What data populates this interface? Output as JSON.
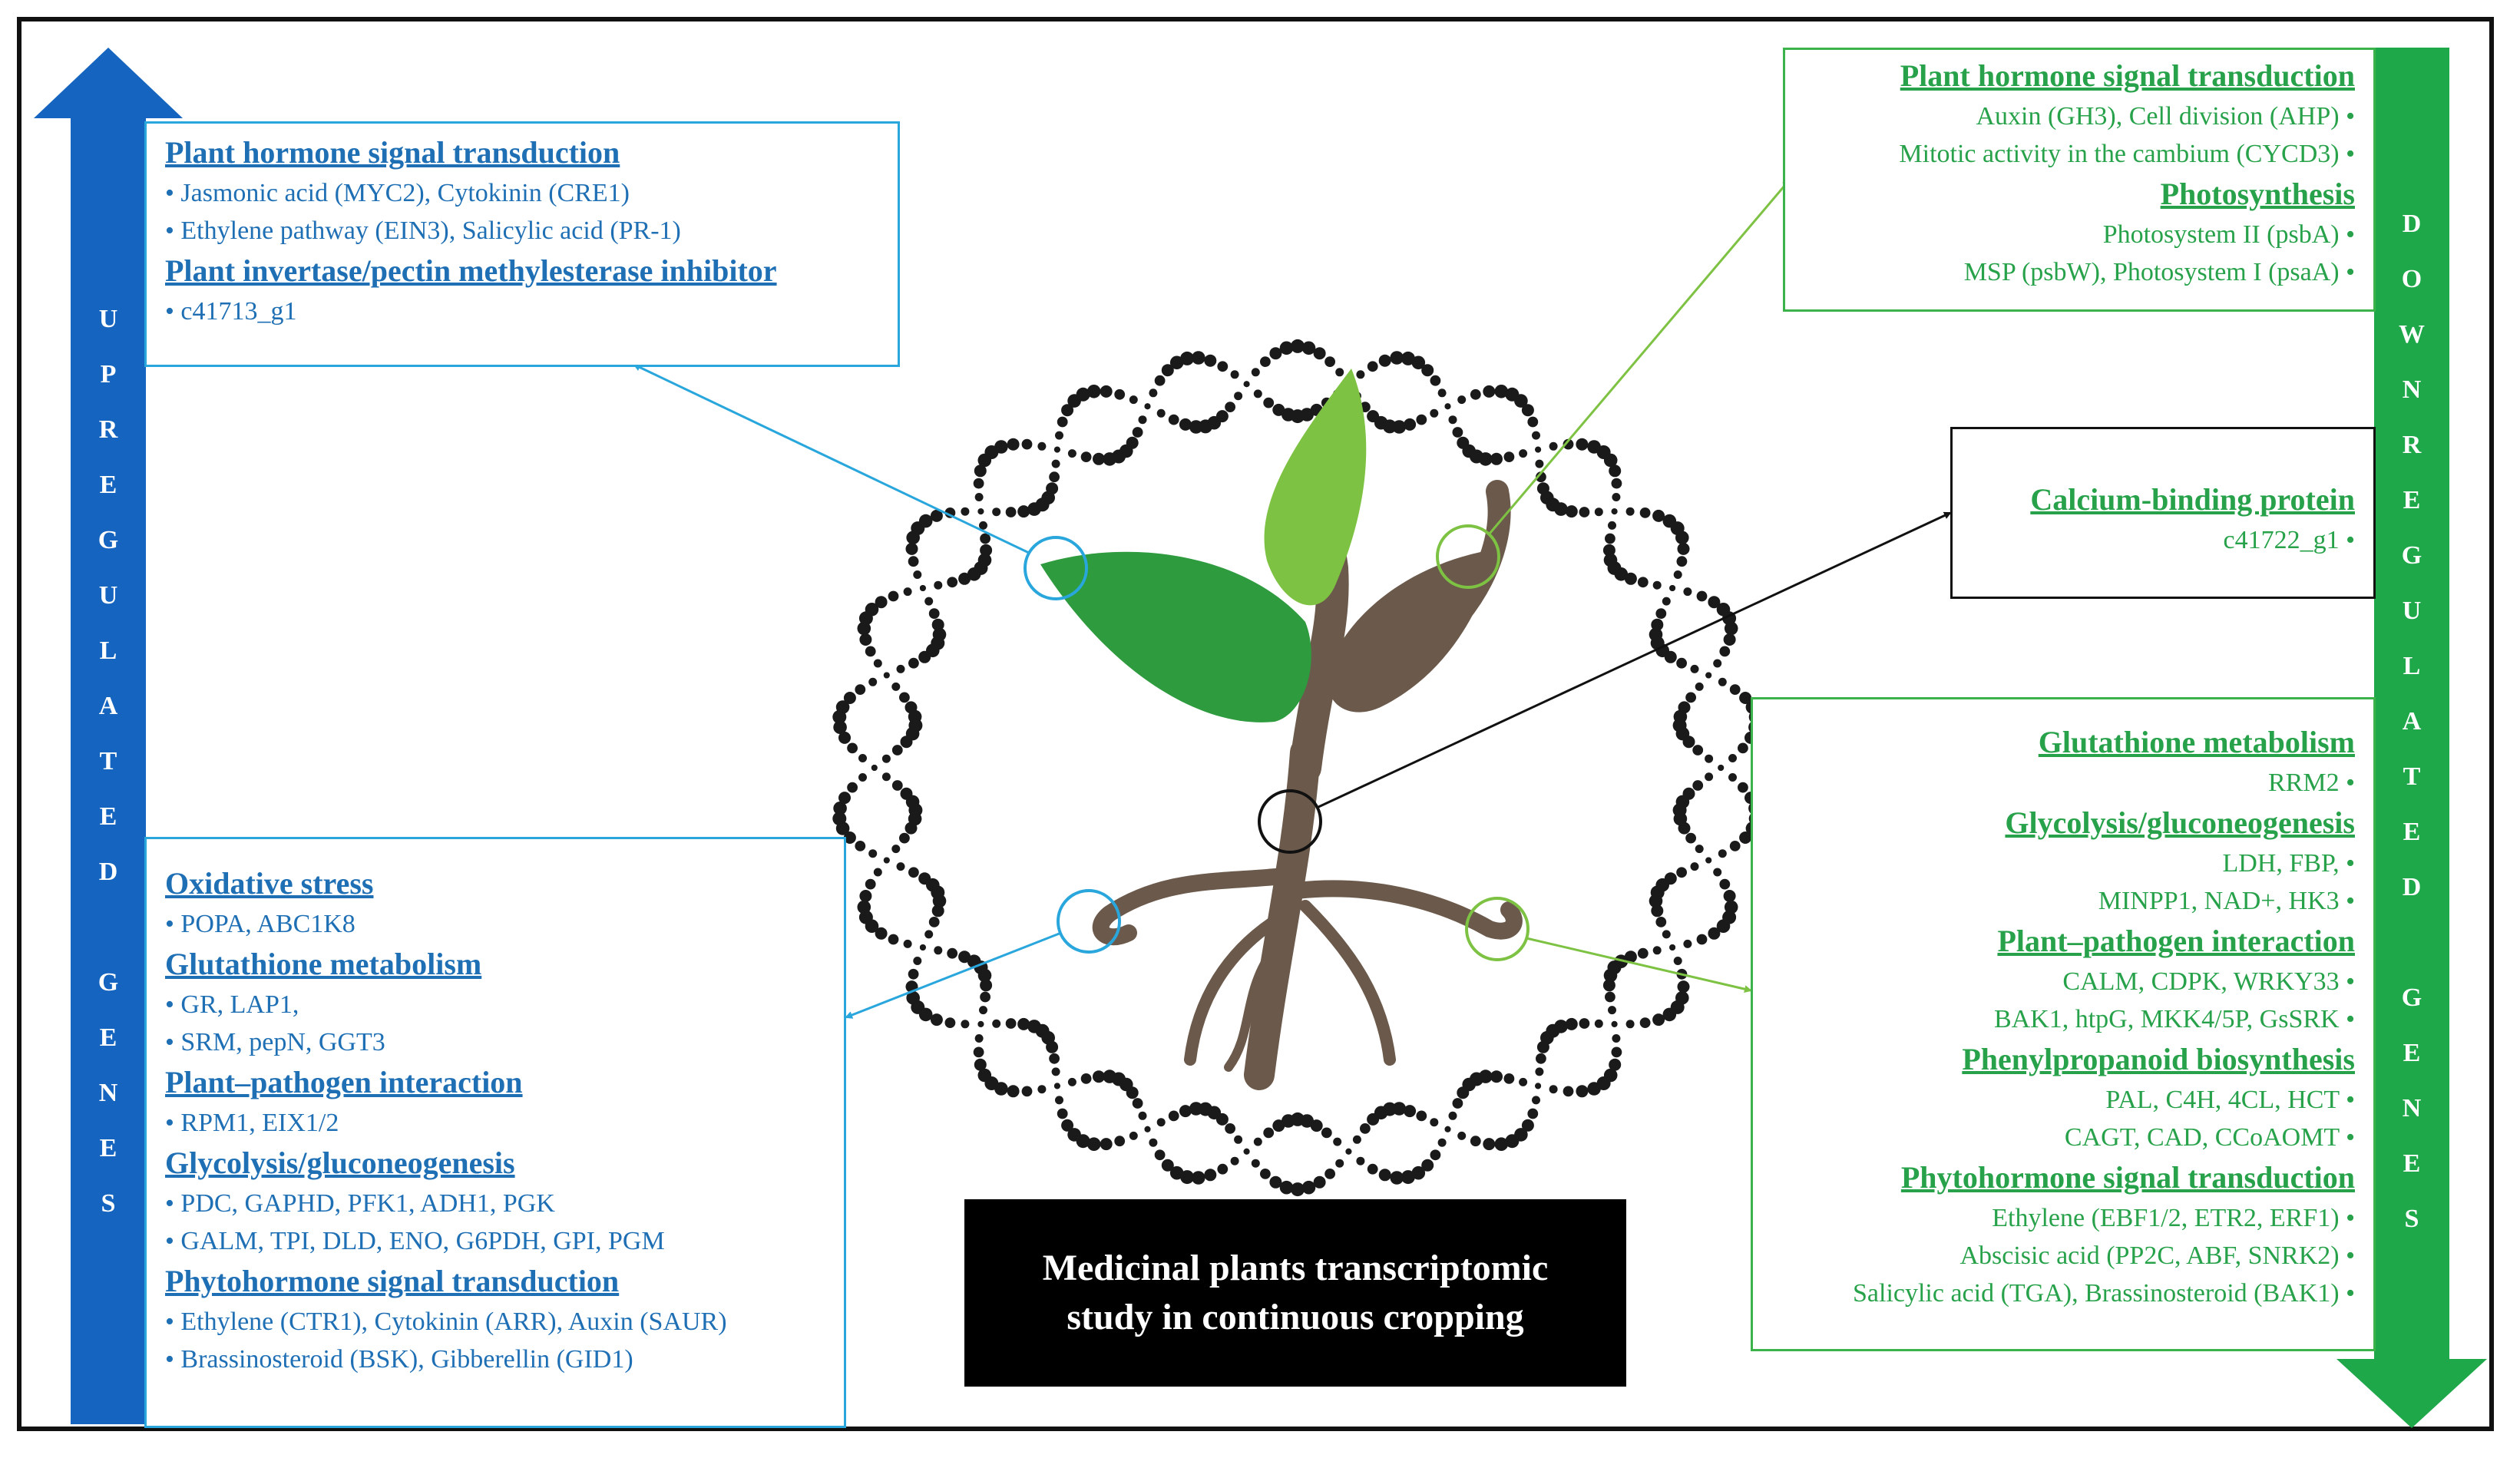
{
  "colors": {
    "up_blue": "#1565c0",
    "up_text": "#1f6fb5",
    "down_green": "#1ea84a",
    "down_text": "#27a24a",
    "leaf_dark": "#2e9b3e",
    "leaf_light": "#7dc242",
    "stem_brown": "#6b5a4b"
  },
  "left_arrow": {
    "letters": [
      "U",
      "P",
      "R",
      "E",
      "G",
      "U",
      "L",
      "A",
      "T",
      "E",
      "D",
      "",
      "G",
      "E",
      "N",
      "E",
      "S"
    ]
  },
  "right_arrow": {
    "letters": [
      "D",
      "O",
      "W",
      "N",
      "R",
      "E",
      "G",
      "U",
      "L",
      "A",
      "T",
      "E",
      "D",
      "",
      "G",
      "E",
      "N",
      "E",
      "S"
    ]
  },
  "up_top_box": {
    "h1": "Plant hormone signal transduction",
    "h1_items": [
      "Jasmonic acid (MYC2), Cytokinin (CRE1)",
      "Ethylene pathway (EIN3), Salicylic acid (PR-1)"
    ],
    "h2": "Plant invertase/pectin methylesterase inhibitor",
    "h2_items": [
      "c41713_g1"
    ]
  },
  "up_bottom_box": {
    "h1": "Oxidative stress",
    "h1_items": [
      "POPA, ABC1K8"
    ],
    "h2": "Glutathione metabolism",
    "h2_items": [
      "GR, LAP1,",
      "SRM, pepN, GGT3"
    ],
    "h3": "Plant–pathogen interaction",
    "h3_items": [
      "RPM1, EIX1/2"
    ],
    "h4": "Glycolysis/gluconeogenesis",
    "h4_items": [
      "PDC, GAPHD, PFK1, ADH1, PGK",
      "GALM, TPI, DLD, ENO, G6PDH, GPI, PGM"
    ],
    "h5": "Phytohormone signal transduction",
    "h5_items": [
      "Ethylene (CTR1), Cytokinin (ARR), Auxin (SAUR)",
      "Brassinosteroid (BSK), Gibberellin (GID1)"
    ]
  },
  "down_top_box": {
    "h1": "Plant hormone signal transduction",
    "h1_items": [
      "Auxin (GH3), Cell division (AHP)",
      "Mitotic activity in the cambium (CYCD3)"
    ],
    "h2": "Photosynthesis",
    "h2_items": [
      "Photosystem II (psbA)",
      "MSP (psbW), Photosystem I (psaA)"
    ]
  },
  "calcium_box": {
    "h1": "Calcium-binding protein",
    "h1_items": [
      "c41722_g1"
    ]
  },
  "down_bottom_box": {
    "h1": "Glutathione metabolism",
    "h1_items": [
      "RRM2"
    ],
    "h2": "Glycolysis/gluconeogenesis",
    "h2_items": [
      "LDH, FBP,",
      "MINPP1, NAD+, HK3"
    ],
    "h3": "Plant–pathogen interaction",
    "h3_items": [
      "CALM, CDPK, WRKY33",
      "BAK1, htpG, MKK4/5P, GsSRK"
    ],
    "h4": "Phenylpropanoid biosynthesis",
    "h4_items": [
      "PAL, C4H, 4CL, HCT",
      "CAGT, CAD, CCoAOMT"
    ],
    "h5": "Phytohormone signal transduction",
    "h5_items": [
      "Ethylene (EBF1/2, ETR2, ERF1)",
      "Abscisic acid (PP2C, ABF, SNRK2)",
      "Salicylic acid (TGA), Brassinosteroid (BAK1)"
    ]
  },
  "center_title": "Medicinal plants transcriptomic study in continuous cropping"
}
